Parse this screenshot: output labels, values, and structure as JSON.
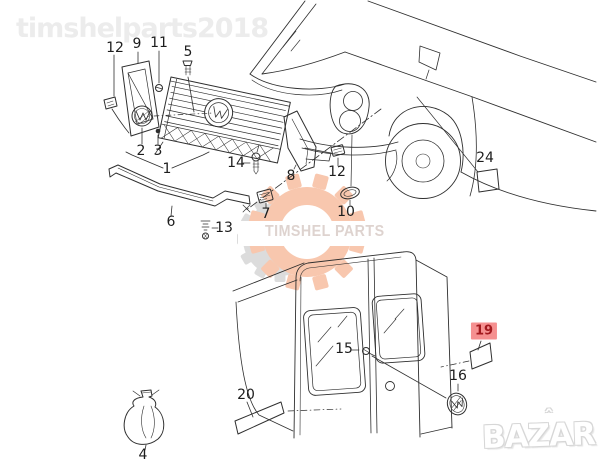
{
  "watermarks": {
    "top_left_text": "timshelparts2018",
    "center_text": "TIMSHEL PARTS",
    "logo_text": "BAZAR",
    "logo_accent": "ˆ"
  },
  "colors": {
    "highlight_bg": "#f59090",
    "highlight_text": "#a2191e",
    "gear_gray": "#dcdcdc",
    "gear_peach": "#f8c7ae",
    "watermark_gray": "#ececec",
    "watermark_center_text": "#ded3cf",
    "line_art": "#2f2f2f"
  },
  "callouts": {
    "c12a": {
      "num": "12"
    },
    "c9": {
      "num": "9"
    },
    "c11": {
      "num": "11"
    },
    "c5": {
      "num": "5"
    },
    "c2": {
      "num": "2"
    },
    "c3": {
      "num": "3"
    },
    "c1": {
      "num": "1"
    },
    "c14": {
      "num": "14"
    },
    "c8": {
      "num": "8"
    },
    "c12b": {
      "num": "12"
    },
    "c10": {
      "num": "10"
    },
    "c7": {
      "num": "7"
    },
    "c13": {
      "num": "13"
    },
    "c6": {
      "num": "6"
    },
    "c24": {
      "num": "24"
    },
    "c19": {
      "num": "19",
      "highlighted": true
    },
    "c15": {
      "num": "15"
    },
    "c16": {
      "num": "16"
    },
    "c20": {
      "num": "20"
    },
    "c4": {
      "num": "4"
    }
  }
}
